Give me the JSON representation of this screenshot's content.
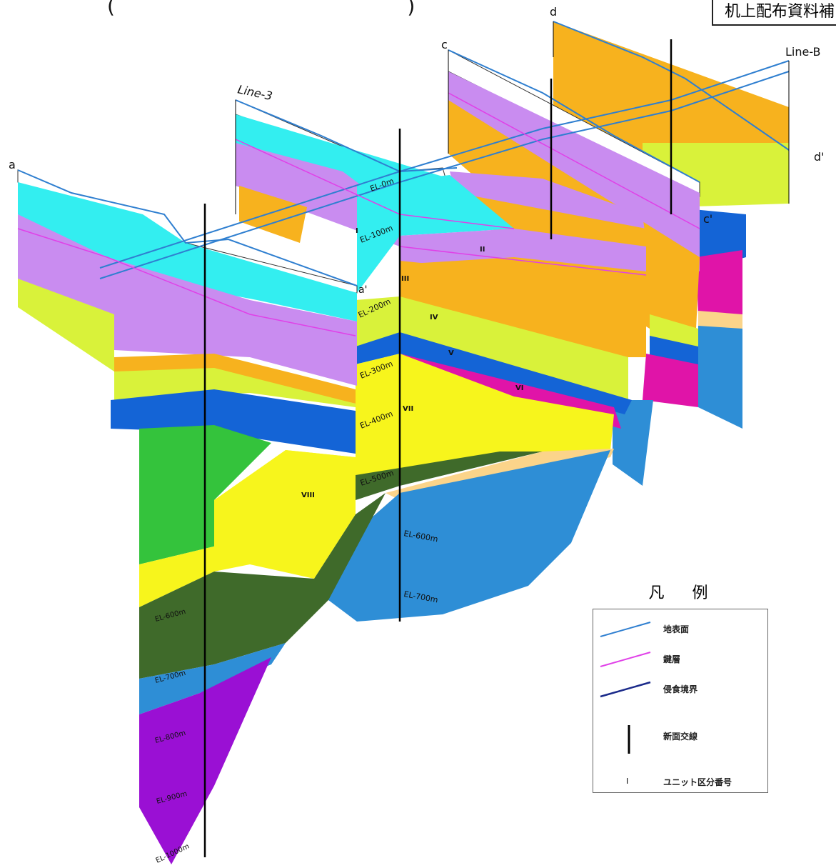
{
  "header": {
    "text": "(                                              )",
    "badge": "机上配布資料補"
  },
  "section_labels": {
    "a": "a",
    "a_prime": "a'",
    "c": "c",
    "c_prime": "c'",
    "d": "d",
    "d_prime": "d'",
    "line3": "Line-3",
    "lineB": "Line-B"
  },
  "elevations": {
    "center": [
      "EL-0m",
      "EL-100m",
      "EL-200m",
      "EL-300m",
      "EL-400m",
      "EL-500m",
      "EL-600m",
      "EL-700m"
    ],
    "left": [
      "EL-600m",
      "EL-700m",
      "EL-800m",
      "EL-900m",
      "EL-1000m"
    ]
  },
  "units": [
    "I",
    "II",
    "III",
    "IV",
    "V",
    "VI",
    "VII",
    "VIII"
  ],
  "legend": {
    "title": "凡 例",
    "items": [
      {
        "label": "地表面",
        "symbol": "surface-line",
        "color": "#2f7fd0"
      },
      {
        "label": "鍵層",
        "symbol": "key-bed-line",
        "color": "#e040e8"
      },
      {
        "label": "侵食境界",
        "symbol": "erosion-boundary-line",
        "color": "#1a2a8a"
      },
      {
        "label": "新面交線",
        "symbol": "section-intersection-line",
        "color": "#000000"
      },
      {
        "label": "ユニット区分番号",
        "symbol": "unit-number-mark",
        "color": "#000000",
        "mark": "I"
      }
    ]
  },
  "colors": {
    "cyan": "#33eef0",
    "lavender": "#c98cf0",
    "orange": "#f7b21e",
    "lime": "#d9f23a",
    "yellow": "#f7f51c",
    "blue": "#1464d6",
    "magenta": "#e014a8",
    "green": "#34c33c",
    "darkgreen": "#3f6a2a",
    "steelblue": "#2e8ed6",
    "purple": "#9a10d4",
    "peach": "#fbd48a",
    "surface": "#2f7fd0"
  }
}
